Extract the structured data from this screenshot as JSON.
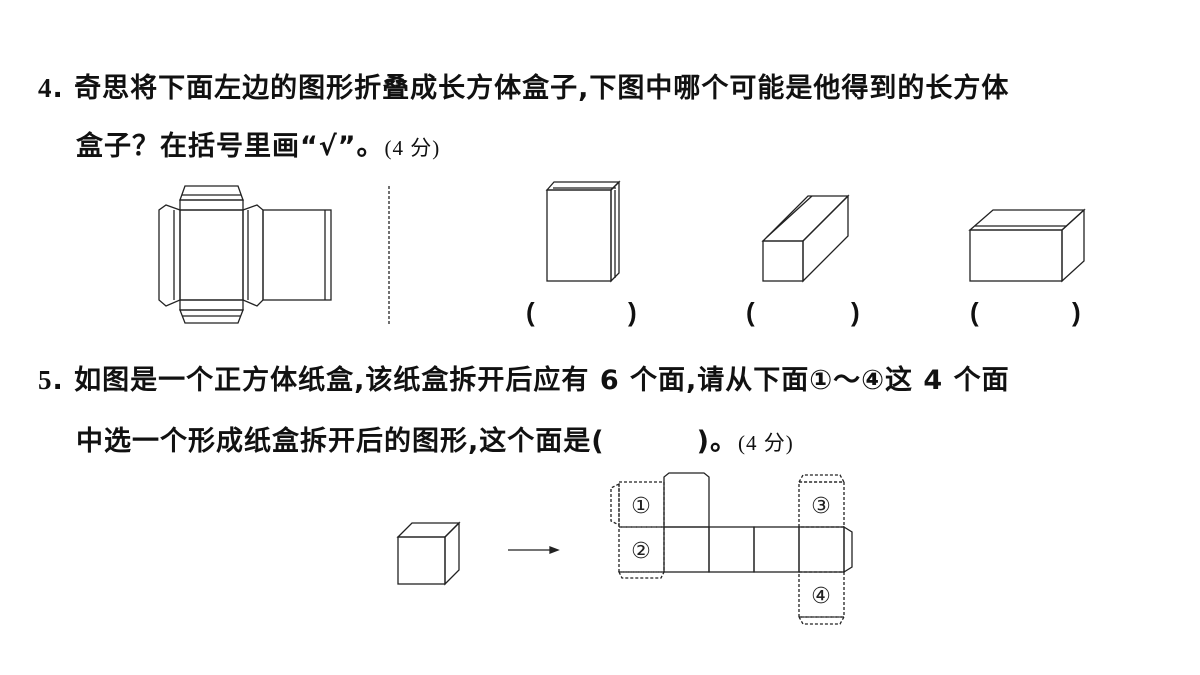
{
  "q4": {
    "number": "4",
    "line1": "奇思将下面左边的图形折叠成长方体盒子,下图中哪个可能是他得到的长方体",
    "line2": "盒子？在括号里画“√”。",
    "score": "(4 分)",
    "options": [
      {
        "open": "(",
        "close": ")"
      },
      {
        "open": "(",
        "close": ")"
      },
      {
        "open": "(",
        "close": ")"
      }
    ]
  },
  "q5": {
    "number": "5",
    "line1": "如图是一个正方体纸盒,该纸盒拆开后应有 6 个面,请从下面①～④这 4 个面",
    "line2_a": "中选一个形成纸盒拆开后的图形,这个面是(",
    "line2_b": ")。",
    "score": "(4 分)",
    "face_labels": [
      "①",
      "②",
      "③",
      "④"
    ]
  }
}
